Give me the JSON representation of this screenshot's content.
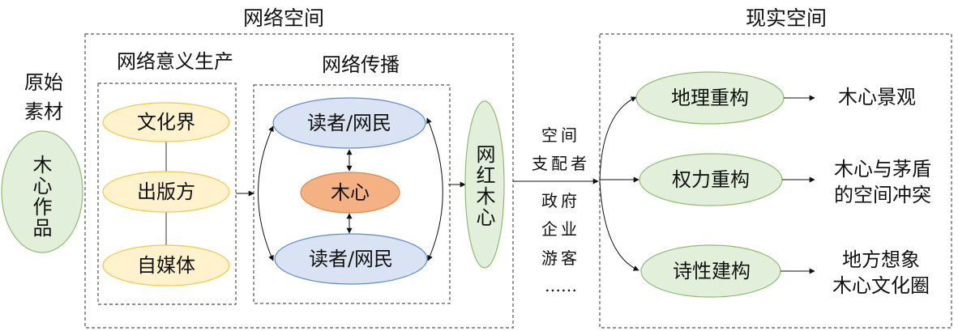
{
  "sections": {
    "raw_material": {
      "title": "原始\n素材",
      "node": "木心作品"
    },
    "online_space": {
      "title": "网络空间",
      "meaning_production": {
        "title": "网络意义生产",
        "nodes": [
          "文化界",
          "出版方",
          "自媒体"
        ]
      },
      "online_dissemination": {
        "title": "网络传播",
        "top": "读者/网民",
        "center": "木心",
        "bottom": "读者/网民"
      },
      "output_node": "网红木心"
    },
    "space_dominators": {
      "title": "空间\n支配者",
      "items": [
        "政府",
        "企业",
        "游客",
        "……"
      ]
    },
    "real_space": {
      "title": "现实空间",
      "rows": [
        {
          "node": "地理重构",
          "result": "木心景观"
        },
        {
          "node": "权力重构",
          "result": "木心与茅盾\n的空间冲突"
        },
        {
          "node": "诗性建构",
          "result": "地方想象\n木心文化圈"
        }
      ]
    }
  },
  "colors": {
    "green_fill": "#e2efda",
    "green_stroke": "#8fbc6f",
    "yellow_fill": "#fff2cc",
    "yellow_stroke": "#f2c744",
    "blue_fill": "#dae3f3",
    "blue_stroke": "#5b8bd0",
    "orange_fill": "#f4b183",
    "orange_stroke": "#e0874a",
    "dash": "#555555",
    "line": "#111111"
  }
}
